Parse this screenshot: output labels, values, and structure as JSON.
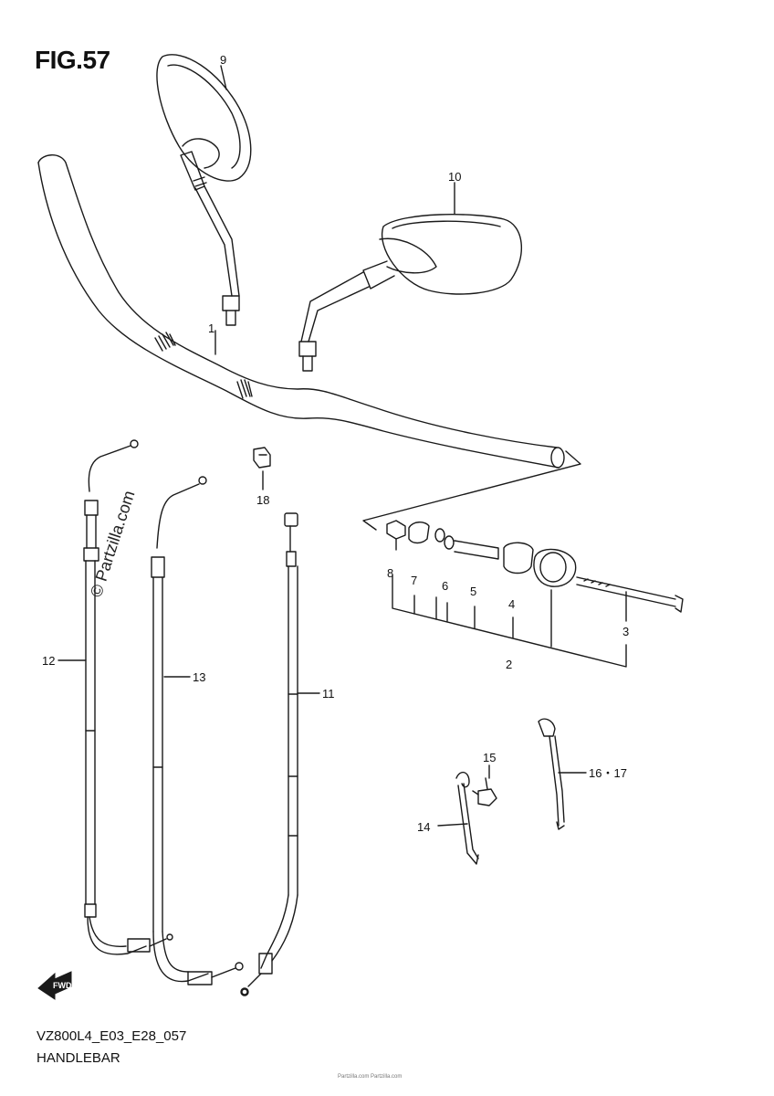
{
  "figure": {
    "title": "FIG.57",
    "code": "VZ800L4_E03_E28_057",
    "name": "HANDLEBAR",
    "watermark": "© Partzilla.com",
    "fwd_label": "FWD",
    "footnote": "Partzilla.com  Partzilla.com"
  },
  "callouts": {
    "c1": "1",
    "c2": "2",
    "c3": "3",
    "c4": "4",
    "c5": "5",
    "c6": "6",
    "c7": "7",
    "c8": "8",
    "c9": "9",
    "c10": "10",
    "c11": "11",
    "c12": "12",
    "c13": "13",
    "c14": "14",
    "c15": "15",
    "c16_17": "16・17",
    "c18": "18"
  },
  "colors": {
    "line": "#1a1a1a",
    "background": "#ffffff"
  }
}
